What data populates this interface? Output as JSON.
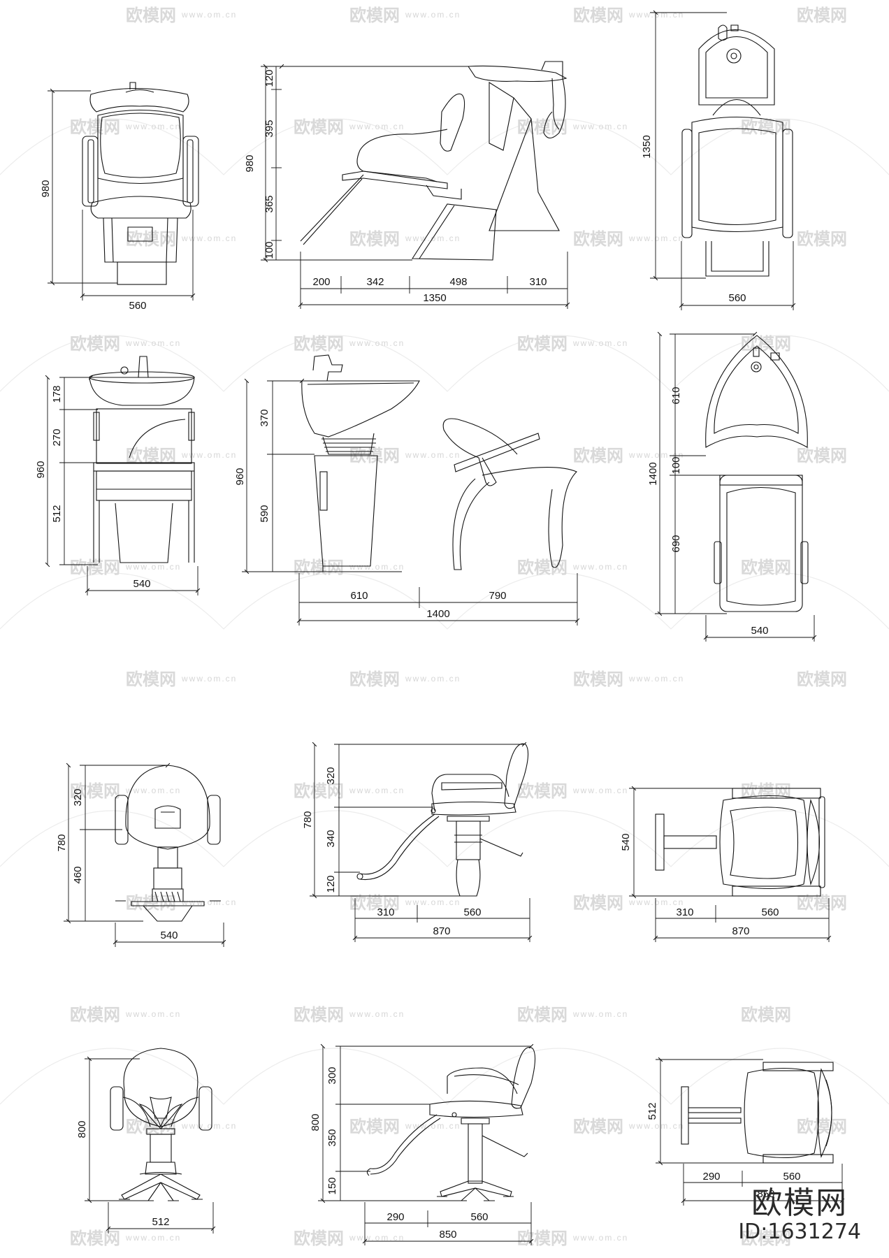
{
  "watermark": {
    "brand": "欧模网",
    "url": "www.om.cn"
  },
  "brand_mark": {
    "name": "欧模网",
    "id": "ID:1631274"
  },
  "views": {
    "wash_a_front": {
      "height": "980",
      "width": "560"
    },
    "wash_a_side": {
      "v1": "120",
      "v2": "395",
      "v3": "365",
      "v4": "100",
      "total_h": "980",
      "h1": "200",
      "h2": "342",
      "h3": "498",
      "h4": "310",
      "total_w": "1350"
    },
    "wash_a_top": {
      "length": "1350",
      "width": "560"
    },
    "wash_b_front": {
      "v1": "178",
      "v2": "270",
      "v3": "512",
      "total_h": "960",
      "width": "540"
    },
    "wash_b_side": {
      "v1": "370",
      "v2": "590",
      "total_h": "960",
      "h1": "610",
      "h2": "790",
      "total_w": "1400"
    },
    "wash_b_top": {
      "v1": "610",
      "v2": "100",
      "v3": "690",
      "total": "1400",
      "width": "540"
    },
    "chair_a_front": {
      "v1": "320",
      "v2": "460",
      "total_h": "780",
      "width": "540"
    },
    "chair_a_side": {
      "v1": "320",
      "v2": "340",
      "v3": "120",
      "total_h": "780",
      "h1": "310",
      "h2": "560",
      "total_w": "870"
    },
    "chair_a_top": {
      "depth": "540",
      "h1": "310",
      "h2": "560",
      "total_w": "870"
    },
    "chair_b_front": {
      "height": "800",
      "width": "512"
    },
    "chair_b_side": {
      "v1": "300",
      "v2": "350",
      "v3": "150",
      "total_h": "800",
      "h1": "290",
      "h2": "560",
      "total_w": "850"
    },
    "chair_b_top": {
      "depth": "512",
      "h1": "290",
      "h2": "560",
      "total_w": "850"
    }
  }
}
